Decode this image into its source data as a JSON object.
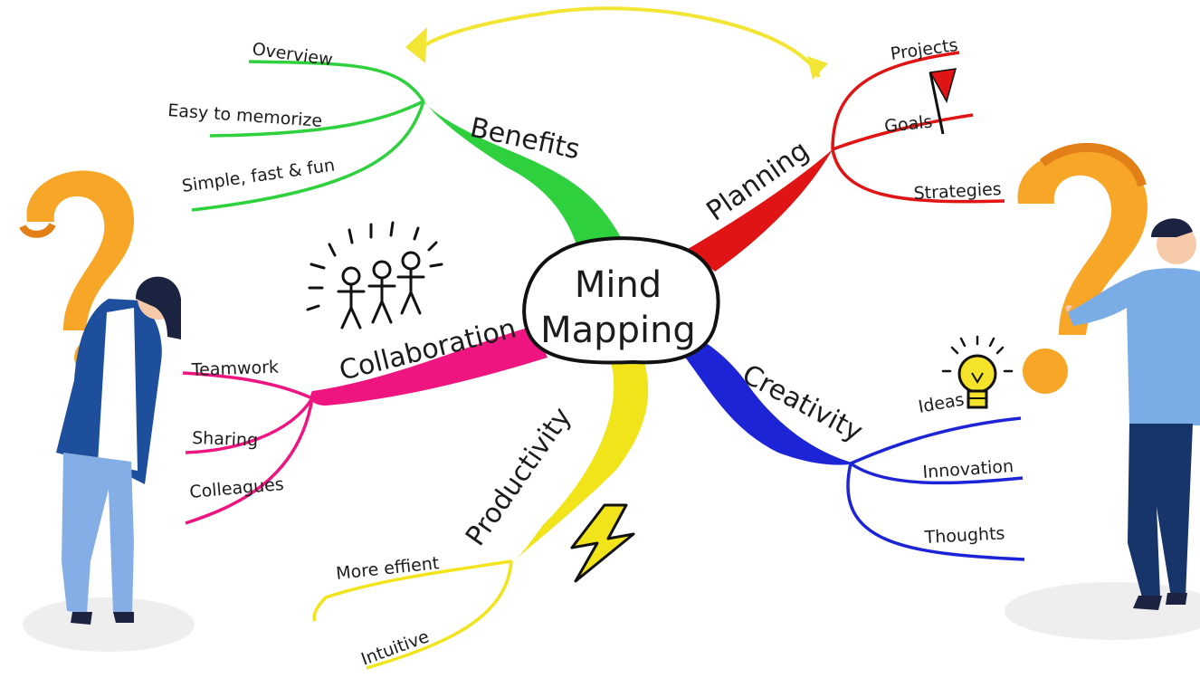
{
  "center": {
    "line1": "Mind",
    "line2": "Mapping"
  },
  "branches": {
    "benefits": {
      "label": "Benefits",
      "color": "#2ed13d",
      "items": [
        "Overview",
        "Easy to memorize",
        "Simple, fast & fun"
      ]
    },
    "planning": {
      "label": "Planning",
      "color": "#e01414",
      "items": [
        "Projects",
        "Goals",
        "Strategies"
      ]
    },
    "collaboration": {
      "label": "Collaboration",
      "color": "#ee1580",
      "items": [
        "Teamwork",
        "Sharing",
        "Colleagues"
      ]
    },
    "productivity": {
      "label": "Productivity",
      "color": "#f2e41a",
      "items": [
        "More effient",
        "Intuitive"
      ]
    },
    "creativity": {
      "label": "Creativity",
      "color": "#1d24d6",
      "items": [
        "Ideas",
        "Innovation",
        "Thoughts"
      ]
    }
  },
  "colors": {
    "arrow": "#f3e534",
    "question_mark": "#f7a627",
    "question_mark_shade": "#e27f16",
    "floor_shadow": "#eeeeee",
    "woman_coat": "#1e4f9c",
    "woman_pants": "#86aee6",
    "man_shirt": "#7aace6",
    "man_pants": "#17346b"
  },
  "icons": [
    "flag-icon",
    "stick-people-icon",
    "lightning-icon",
    "lightbulb-icon",
    "question-mark-icon"
  ]
}
